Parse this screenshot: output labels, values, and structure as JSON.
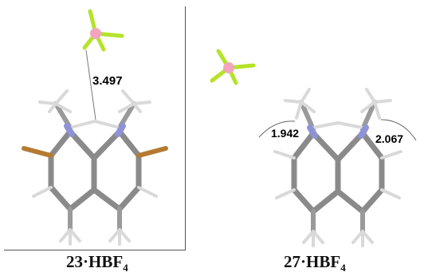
{
  "panels": [
    {
      "caption": {
        "compound": "23",
        "dot": "·",
        "formula": "HBF",
        "sub": "4"
      },
      "distance_label": "3.497"
    },
    {
      "caption": {
        "compound": "27",
        "dot": "·",
        "formula": "HBF",
        "sub": "4"
      },
      "distance_labels": [
        "1.942",
        "2.067"
      ]
    }
  ],
  "colors": {
    "carbon": "#8a8a8a",
    "hydrogen": "#d9d9d9",
    "nitrogen": "#8f93d6",
    "bromine": "#b57a32",
    "boron": "#f2a6be",
    "fluorine": "#b5e32a",
    "contact": "#666666"
  }
}
